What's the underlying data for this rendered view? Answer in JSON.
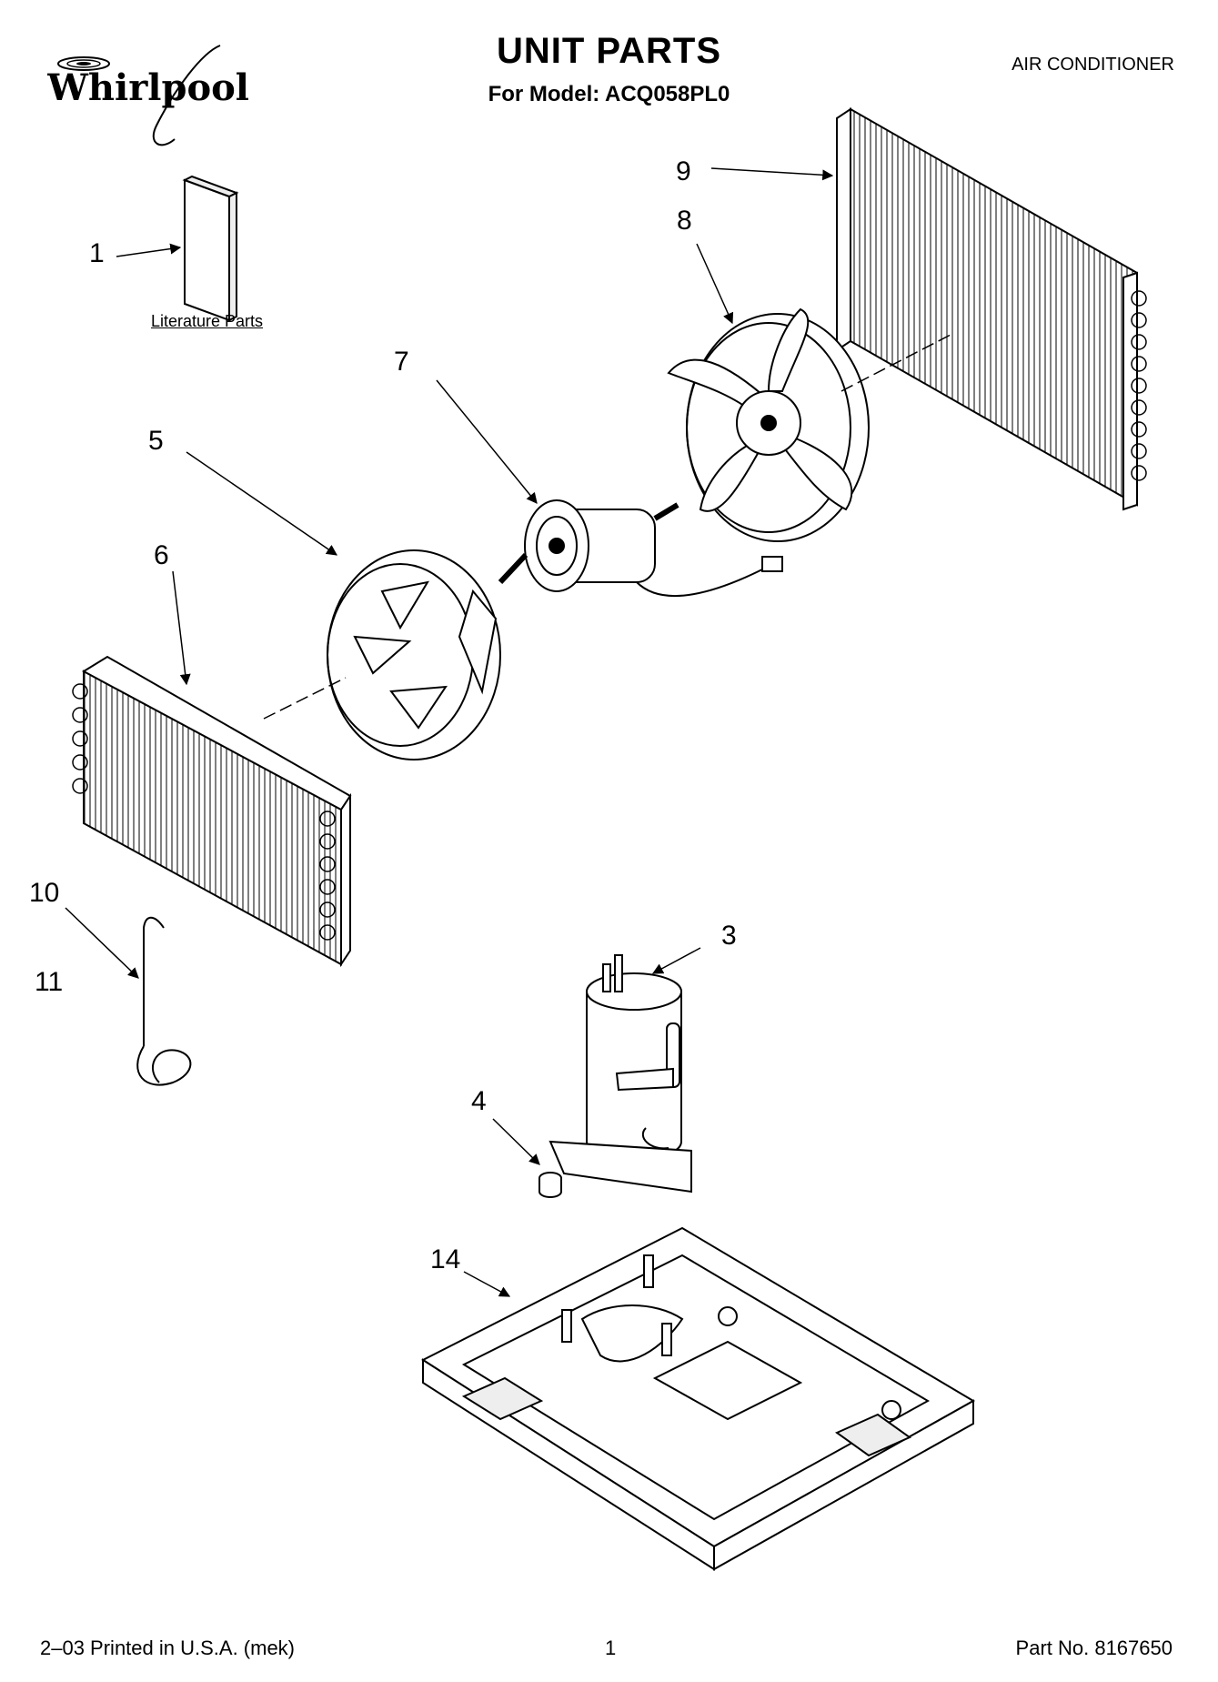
{
  "brand": "Whirlpool",
  "title": "UNIT PARTS",
  "subtitle": "For Model: ACQ058PL0",
  "category": "AIR CONDITIONER",
  "literature_label": "Literature Parts",
  "callouts": [
    {
      "id": "1",
      "label": "1"
    },
    {
      "id": "3",
      "label": "3"
    },
    {
      "id": "4",
      "label": "4"
    },
    {
      "id": "5",
      "label": "5"
    },
    {
      "id": "6",
      "label": "6"
    },
    {
      "id": "7",
      "label": "7"
    },
    {
      "id": "8",
      "label": "8"
    },
    {
      "id": "9",
      "label": "9"
    },
    {
      "id": "10",
      "label": "10"
    },
    {
      "id": "11",
      "label": "11"
    },
    {
      "id": "14",
      "label": "14"
    }
  ],
  "footer": {
    "left": "2–03 Printed in U.S.A. (mek)",
    "center": "1",
    "right": "Part No. 8167650"
  }
}
